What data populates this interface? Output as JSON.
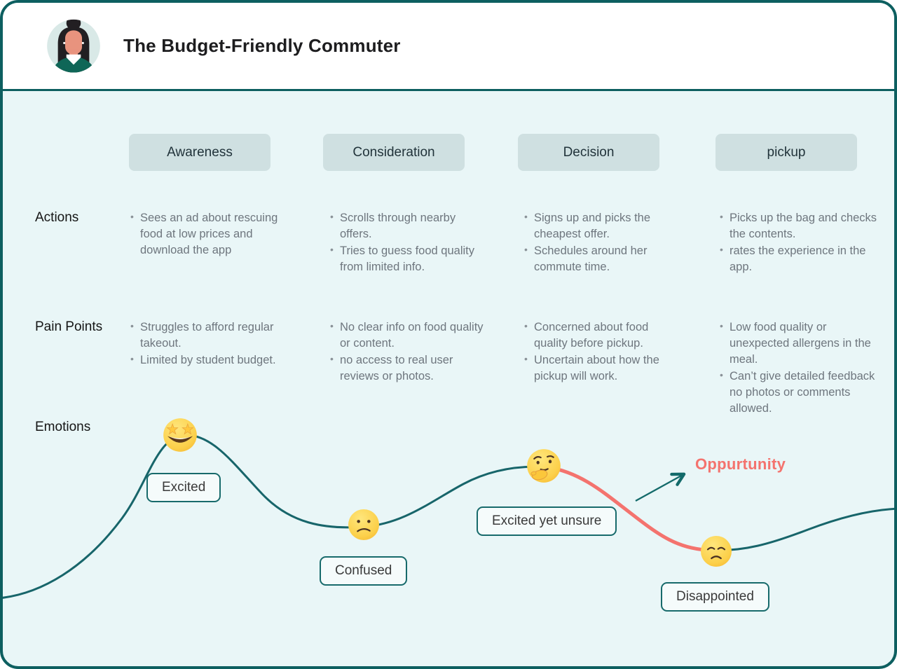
{
  "persona": {
    "title": "The Budget-Friendly Commuter"
  },
  "row_labels": {
    "actions": "Actions",
    "pain_points": "Pain Points",
    "emotions": "Emotions"
  },
  "stages": [
    {
      "label": "Awareness",
      "actions": [
        "Sees an ad about rescuing food at low prices and download the app"
      ],
      "pain_points": [
        "Struggles to afford regular takeout.",
        "Limited by student budget."
      ]
    },
    {
      "label": "Consideration",
      "actions": [
        "Scrolls through nearby offers.",
        "Tries to guess food quality from limited info."
      ],
      "pain_points": [
        "No clear info on food quality or content.",
        "no access to real user reviews or photos."
      ]
    },
    {
      "label": "Decision",
      "actions": [
        "Signs up and picks the cheapest offer.",
        "Schedules around her commute time."
      ],
      "pain_points": [
        "Concerned about food quality before pickup.",
        "Uncertain about how the pickup will work."
      ]
    },
    {
      "label": "pickup",
      "actions": [
        "Picks up the bag and checks the contents.",
        "rates the experience in the app."
      ],
      "pain_points": [
        "Low food quality or unexpected allergens in the meal.",
        "Can’t give detailed feedback no photos or comments allowed."
      ]
    }
  ],
  "emotions": [
    {
      "label": "Excited",
      "emoji": "star-struck"
    },
    {
      "label": "Confused",
      "emoji": "confused"
    },
    {
      "label": "Excited yet unsure",
      "emoji": "thinking"
    },
    {
      "label": "Disappointed",
      "emoji": "disappointed"
    }
  ],
  "annotation": {
    "opportunity": "Oppurtunity"
  },
  "colors": {
    "border_teal": "#0d5f60",
    "curve_teal": "#17656a",
    "salmon": "#f4736e",
    "chip_bg": "#cfe0e1",
    "body_bg": "#e9f6f7"
  }
}
